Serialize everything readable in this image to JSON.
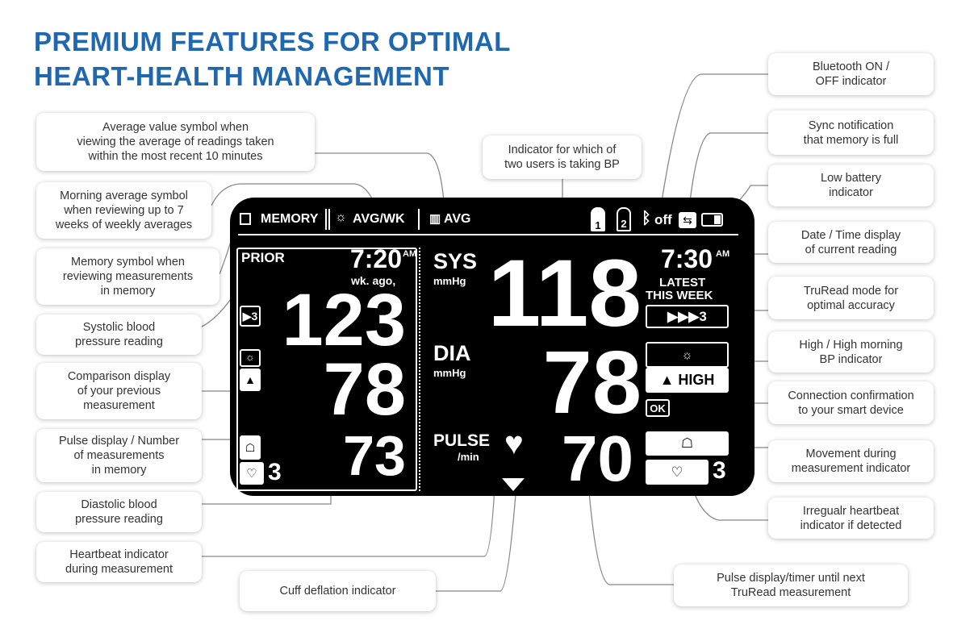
{
  "title": {
    "line1": "PREMIUM FEATURES FOR OPTIMAL",
    "line2": "HEART-HEALTH MANAGEMENT"
  },
  "callouts": {
    "avg": "Average value symbol when\nviewing the average of readings taken\nwithin the most recent 10 minutes",
    "morning": "Morning average symbol\nwhen reviewing up to 7\nweeks of weekly averages",
    "memory": "Memory symbol when\nreviewing measurements\nin memory",
    "systolic": "Systolic blood\npressure reading",
    "comparison": "Comparison display\nof your previous\nmeasurement",
    "pulse_memory": "Pulse display / Number\nof measurements\nin memory",
    "diastolic": "Diastolic blood\npressure reading",
    "heartbeat": "Heartbeat indicator\nduring measurement",
    "cuff": "Cuff deflation indicator",
    "user": "Indicator for which of\ntwo users is taking BP",
    "bluetooth": "Bluetooth ON /\nOFF indicator",
    "sync": "Sync notification\nthat memory is full",
    "battery": "Low battery\nindicator",
    "datetime": "Date / Time display\nof current reading",
    "truread": "TruRead mode for\noptimal accuracy",
    "high": "High / High morning\nBP indicator",
    "connection": "Connection confirmation\nto your smart device",
    "movement": "Movement during\nmeasurement indicator",
    "irregular": "Irregualr heartbeat\nindicator if detected",
    "pulse_timer": "Pulse display/timer until next\nTruRead measurement"
  },
  "lcd": {
    "memory": "MEMORY",
    "avgwk": "AVG/WK",
    "avg": "AVG",
    "user1": "1",
    "user2": "2",
    "bt_off": "off",
    "prior": "PRIOR",
    "prior_time": "7:20",
    "prior_ampm": "AM",
    "wk_ago": "wk. ago,",
    "prior_truread": "▶3",
    "prior_sys": "123",
    "prior_dia": "78",
    "prior_pulse": "73",
    "prior_count": "3",
    "sys": "SYS",
    "sys_unit": "mmHg",
    "dia": "DIA",
    "dia_unit": "mmHg",
    "pulse": "PULSE",
    "pulse_unit": "/min",
    "cur_sys": "118",
    "cur_dia": "78",
    "cur_pulse": "70",
    "cur_time": "7:30",
    "cur_ampm": "AM",
    "latest": "LATEST",
    "this_week": "THIS WEEK",
    "truread": "▶▶▶3",
    "high": "HIGH",
    "ok": "OK",
    "irr_count": "3"
  }
}
